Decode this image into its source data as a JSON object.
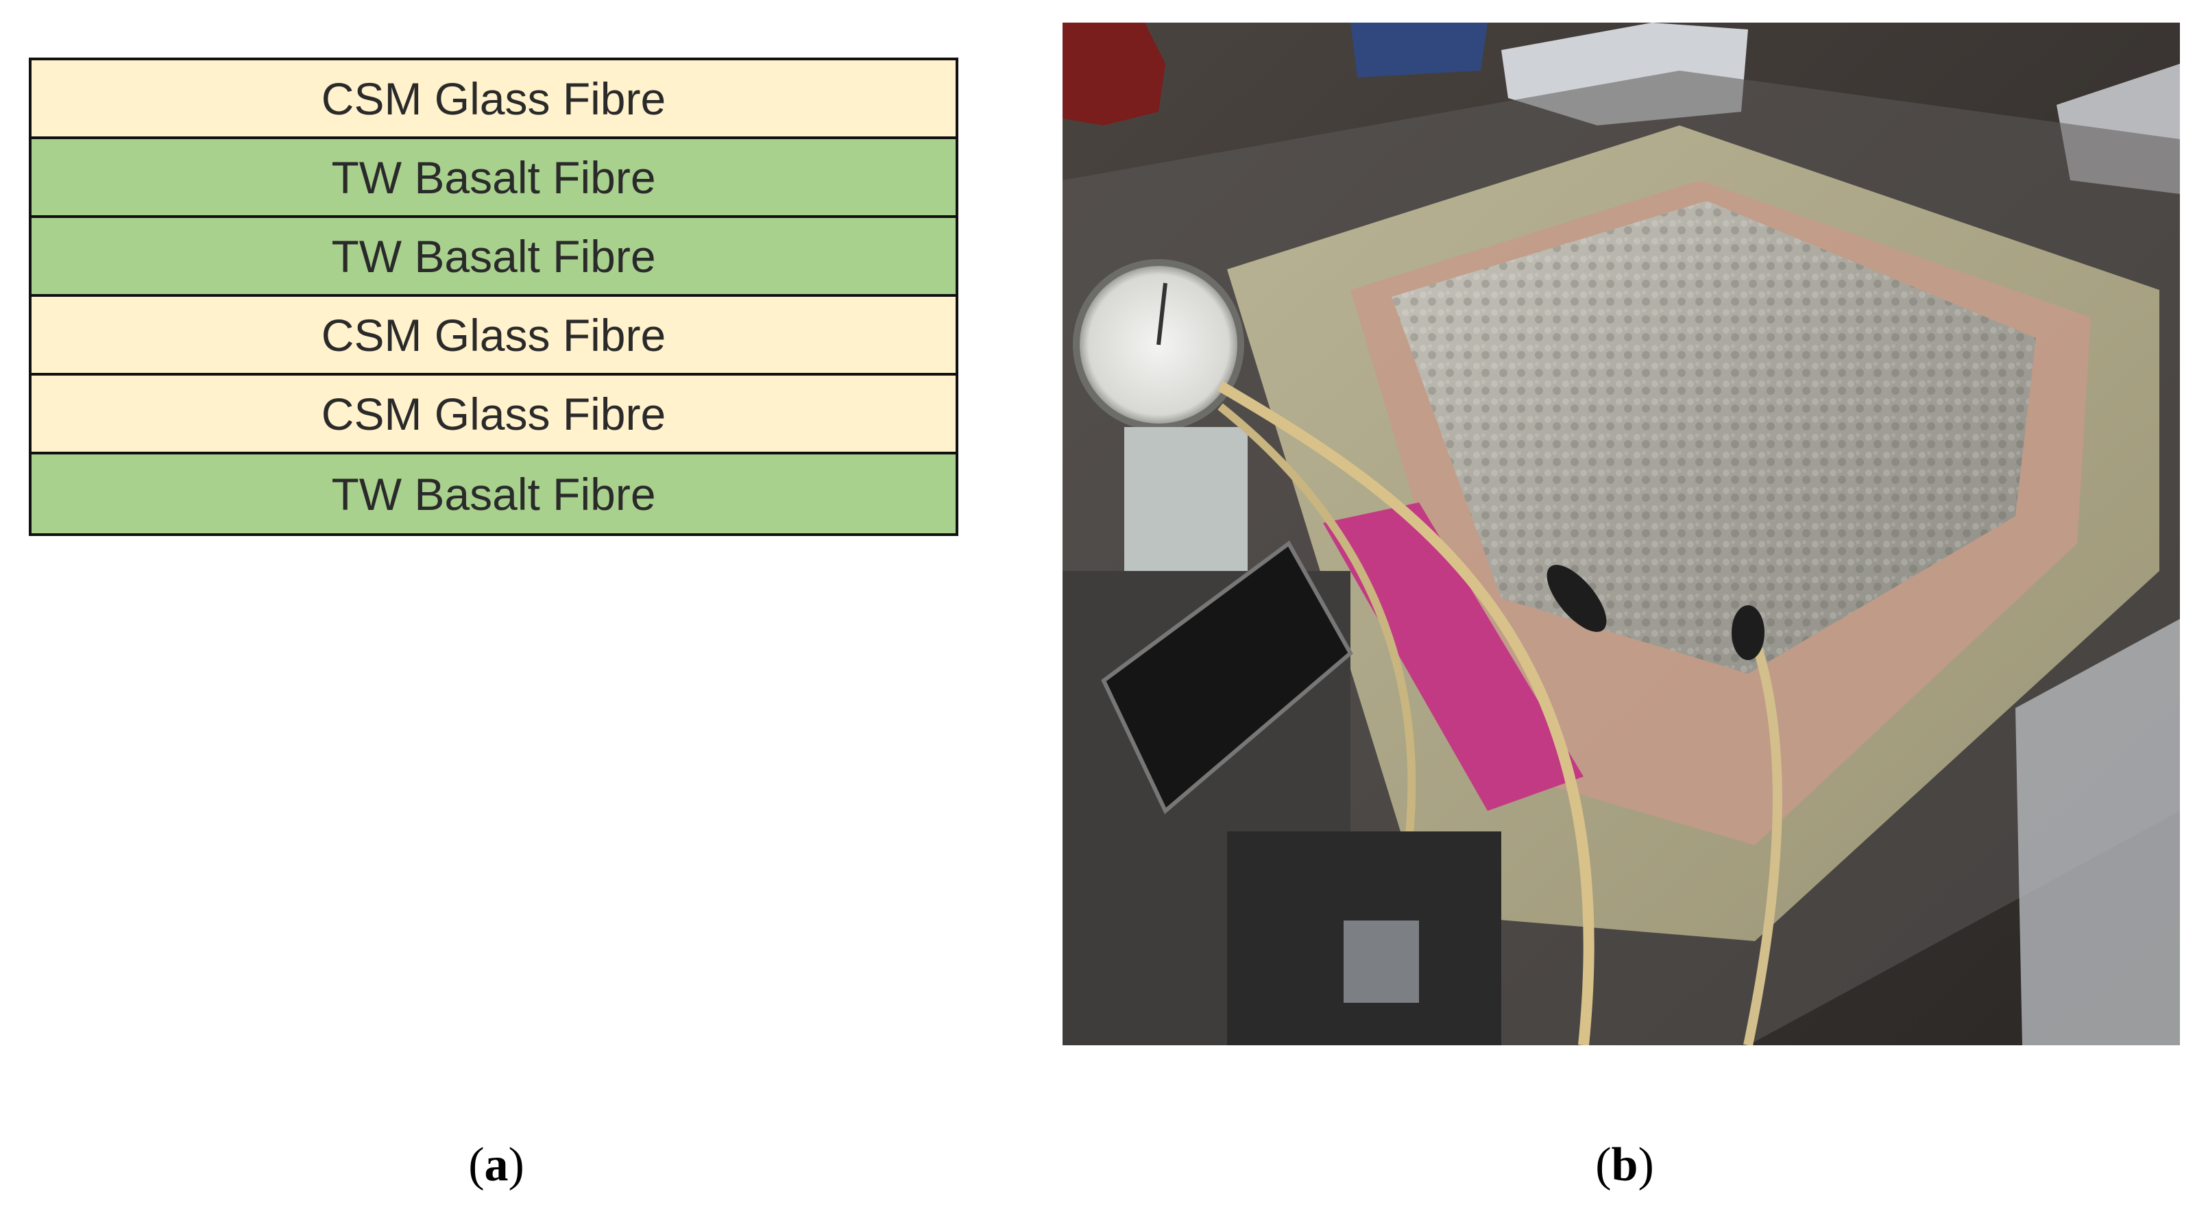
{
  "panel_a": {
    "layers": [
      {
        "label": "CSM Glass Fibre",
        "material": "glass",
        "color": "#fff2cc"
      },
      {
        "label": "TW Basalt Fibre",
        "material": "basalt",
        "color": "#a9d18e"
      },
      {
        "label": "TW Basalt Fibre",
        "material": "basalt",
        "color": "#a9d18e"
      },
      {
        "label": "CSM Glass Fibre",
        "material": "glass",
        "color": "#fff2cc"
      },
      {
        "label": "CSM Glass Fibre",
        "material": "glass",
        "color": "#fff2cc"
      },
      {
        "label": "TW Basalt Fibre",
        "material": "basalt",
        "color": "#a9d18e"
      }
    ]
  },
  "captions": {
    "a": {
      "open": "(",
      "letter": "a",
      "close": ")"
    },
    "b": {
      "open": "(",
      "letter": "b",
      "close": ")"
    }
  }
}
